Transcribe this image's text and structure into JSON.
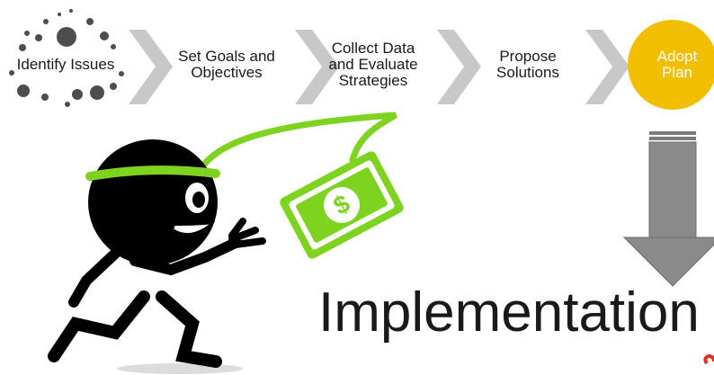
{
  "process": {
    "steps": [
      {
        "label": "Identify Issues"
      },
      {
        "label": "Set Goals and\nObjectives"
      },
      {
        "label": "Collect Data\nand Evaluate\nStrategies"
      },
      {
        "label": "Propose\nSolutions"
      },
      {
        "label": "Adopt\nPlan"
      }
    ],
    "final_label": "Implementation"
  },
  "colors": {
    "chevron": "#c8c8c8",
    "dots": "#4d4d4d",
    "adopt_circle": "#f2bf00",
    "accent_green": "#7ed321",
    "down_arrow": "#8a8a8a",
    "figure": "#000000"
  },
  "icons": [
    "dot-ring-icon",
    "chevron-arrow-icon",
    "running-figure-illustration",
    "dollar-bill-icon",
    "down-arrow-icon"
  ]
}
